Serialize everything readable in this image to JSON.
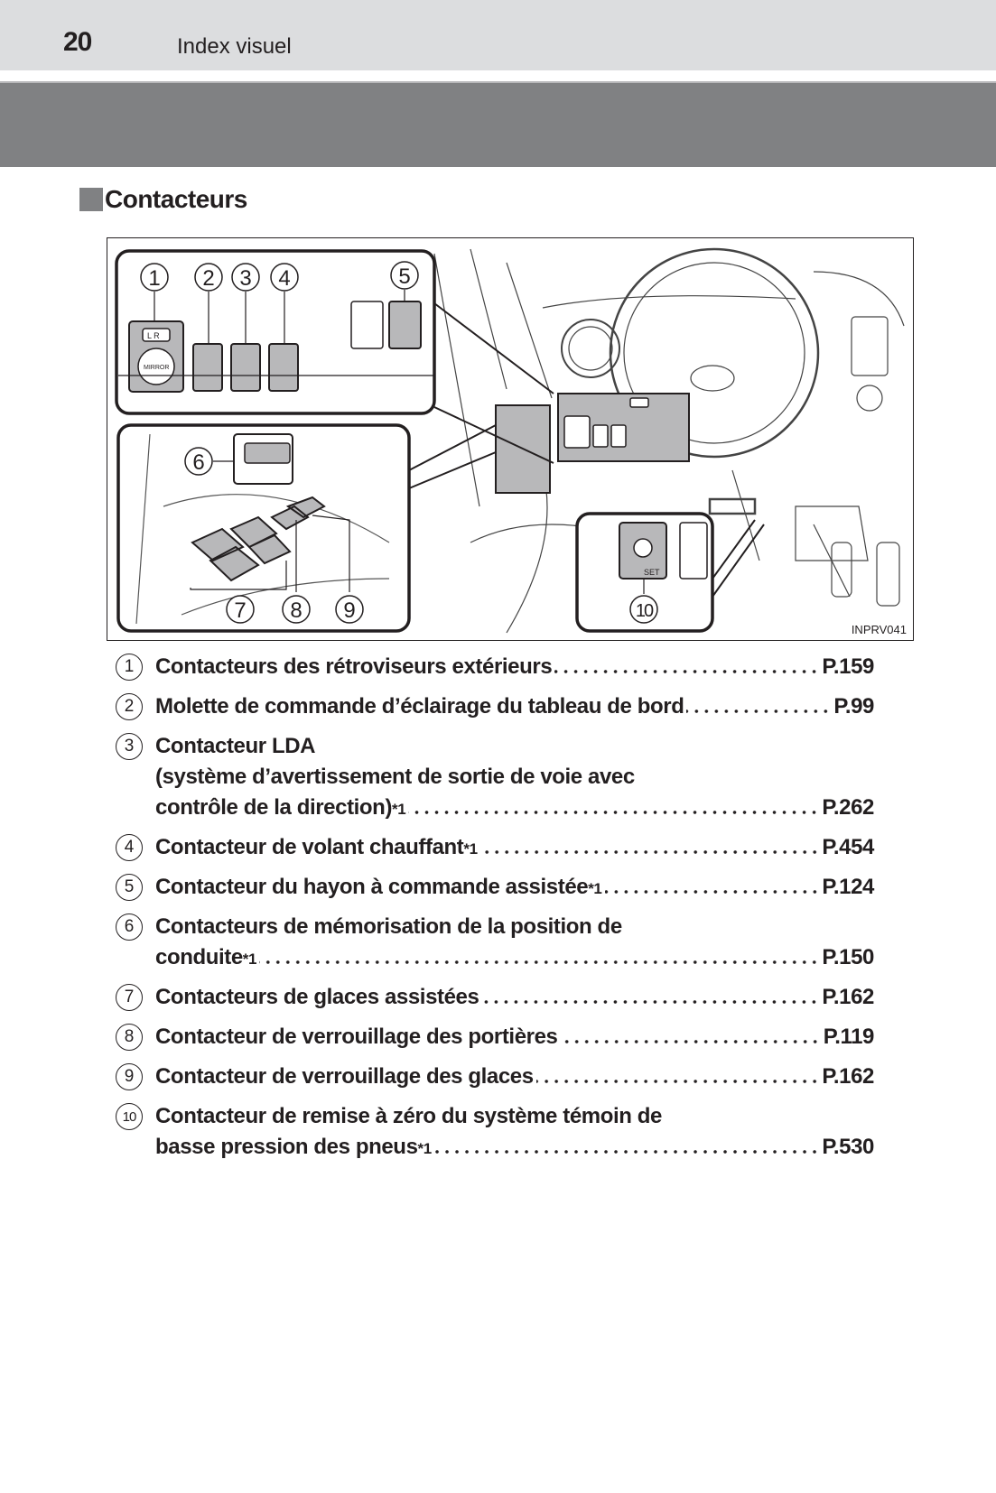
{
  "header": {
    "page_number": "20",
    "title": "Index visuel"
  },
  "section": {
    "title": "Contacteurs"
  },
  "figure": {
    "code": "INPRV041",
    "callouts": [
      "1",
      "2",
      "3",
      "4",
      "5",
      "6",
      "7",
      "8",
      "9",
      "10"
    ],
    "mirror_label": "MIRROR",
    "lr_label": "L  R",
    "set_label": "SET"
  },
  "items": [
    {
      "num": "1",
      "lines": [],
      "last": "Contacteurs des rétroviseurs extérieurs",
      "sup": "",
      "page": "P.159"
    },
    {
      "num": "2",
      "lines": [],
      "last": "Molette de commande d’éclairage du tableau de bord",
      "sup": "",
      "page": "P.99"
    },
    {
      "num": "3",
      "lines": [
        "Contacteur LDA",
        "(système d’avertissement de sortie de voie avec"
      ],
      "last": "contrôle de la direction)",
      "sup": "*1",
      "page": "P.262"
    },
    {
      "num": "4",
      "lines": [],
      "last": "Contacteur de volant chauffant",
      "sup": "*1",
      "page": "P.454"
    },
    {
      "num": "5",
      "lines": [],
      "last": "Contacteur du hayon à commande assistée",
      "sup": "*1",
      "page": "P.124"
    },
    {
      "num": "6",
      "lines": [
        "Contacteurs de mémorisation de la position de"
      ],
      "last": "conduite",
      "sup": "*1",
      "page": "P.150"
    },
    {
      "num": "7",
      "lines": [],
      "last": "Contacteurs de glaces assistées",
      "sup": "",
      "page": "P.162"
    },
    {
      "num": "8",
      "lines": [],
      "last": "Contacteur de verrouillage des portières",
      "sup": "",
      "page": "P.119"
    },
    {
      "num": "9",
      "lines": [],
      "last": "Contacteur de verrouillage des glaces",
      "sup": "",
      "page": "P.162"
    },
    {
      "num": "10",
      "lines": [
        "Contacteur de remise à zéro du système témoin de"
      ],
      "last": "basse pression des pneus",
      "sup": "*1",
      "page": "P.530"
    }
  ]
}
